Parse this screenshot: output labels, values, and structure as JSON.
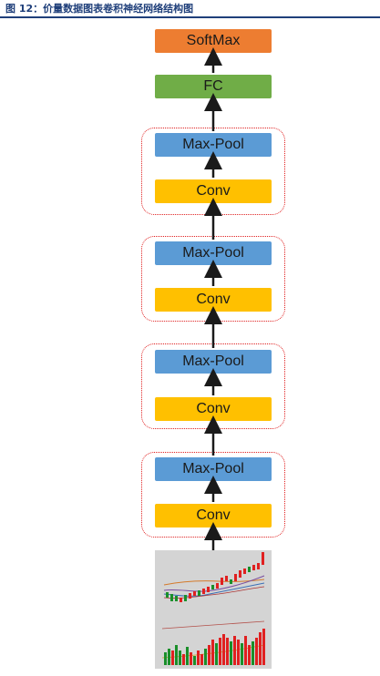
{
  "caption": "图 12：价量数据图表卷积神经网络结构图",
  "layers": {
    "softmax": "SoftMax",
    "fc": "FC",
    "block1": {
      "pool": "Max-Pool",
      "conv": "Conv"
    },
    "block2": {
      "pool": "Max-Pool",
      "conv": "Conv"
    },
    "block3": {
      "pool": "Max-Pool",
      "conv": "Conv"
    },
    "block4": {
      "pool": "Max-Pool",
      "conv": "Conv"
    }
  },
  "colors": {
    "softmax": "#ed7d31",
    "fc": "#70ad47",
    "pool": "#5b9bd5",
    "conv": "#ffc000",
    "group_border": "#e02020",
    "caption": "#1f3f7a"
  },
  "input_image": "candlestick-chart-with-volume-bars"
}
